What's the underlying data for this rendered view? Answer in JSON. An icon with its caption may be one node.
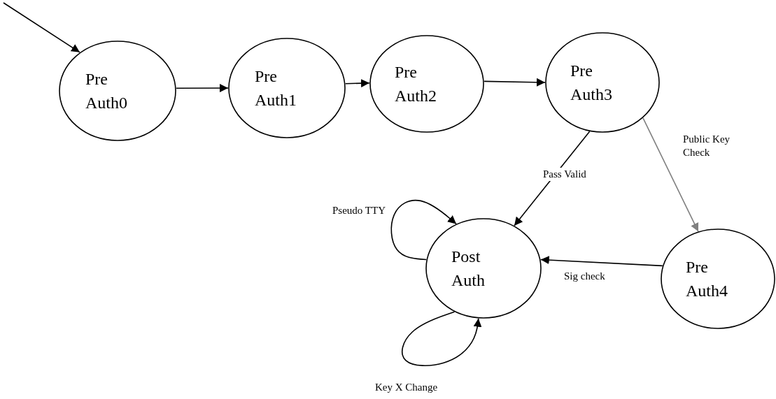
{
  "diagram": {
    "nodes": [
      {
        "text": [
          "Pre Auth0"
        ]
      },
      {
        "text": [
          "Pre Auth1"
        ]
      },
      {
        "text": [
          "Pre Auth2"
        ]
      },
      {
        "text": [
          "Pre Auth3"
        ]
      },
      {
        "text": [
          "Post Auth"
        ]
      },
      {
        "text": [
          "Pre Auth4"
        ]
      }
    ],
    "edges": [
      {
        "from": null,
        "to": 0,
        "arrow": "to"
      },
      {
        "from": 0,
        "to": 1,
        "arrow": "to"
      },
      {
        "from": 1,
        "to": 2,
        "arrow": "to"
      },
      {
        "from": 2,
        "to": 3,
        "arrow": "to"
      },
      {
        "from": 3,
        "to": 4,
        "arrow": "to",
        "label": "Pass Valid"
      },
      {
        "from": 3,
        "to": 5,
        "arrow": "to",
        "label": "Public Key Check",
        "color": "#808080"
      },
      {
        "from": 5,
        "to": 4,
        "arrow": "to",
        "label": "Sig check"
      },
      {
        "from": 4,
        "to": 4,
        "arrow": "to",
        "label": "Pseudo TTY"
      },
      {
        "from": 4,
        "to": 4,
        "arrow": "to",
        "label": "Key X Change"
      }
    ]
  }
}
